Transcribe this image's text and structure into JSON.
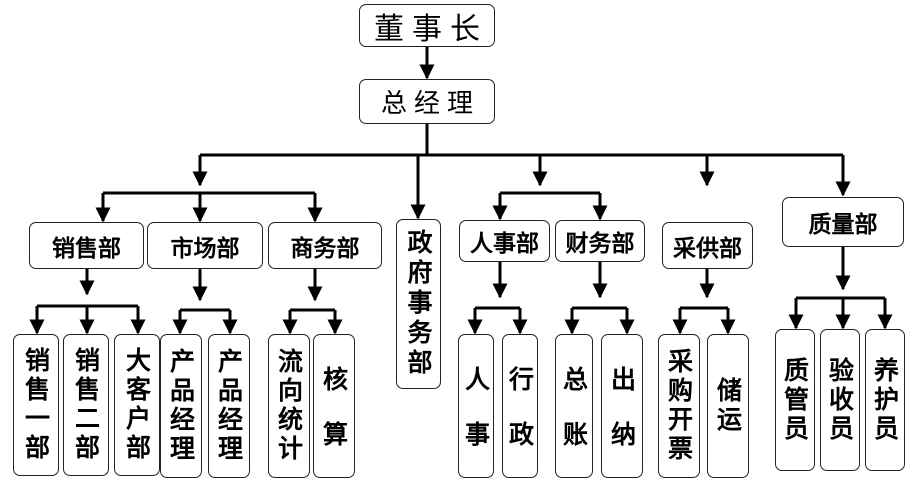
{
  "chairman": "董事长",
  "general_manager": "总经理",
  "departments": {
    "sales": "销售部",
    "marketing": "市场部",
    "business": "商务部",
    "government_affairs": "政府事务部",
    "hr": "人事部",
    "finance": "财务部",
    "procurement": "采供部",
    "quality": "质量部"
  },
  "units": {
    "sales_1": "销售一部",
    "sales_2": "销售二部",
    "key_accounts": "大客户部",
    "product_manager_1": "产品经理",
    "product_manager_2": "产品经理",
    "flow_stats": "流向统计",
    "accounting": "核算",
    "personnel": "人事",
    "administration": "行政",
    "general_ledger": "总账",
    "cashier": "出纳",
    "purchase_invoice": "采购开票",
    "storage_transport": "储运",
    "quality_manager": "质管员",
    "acceptance_inspector": "验收员",
    "maintenance_staff": "养护员"
  }
}
